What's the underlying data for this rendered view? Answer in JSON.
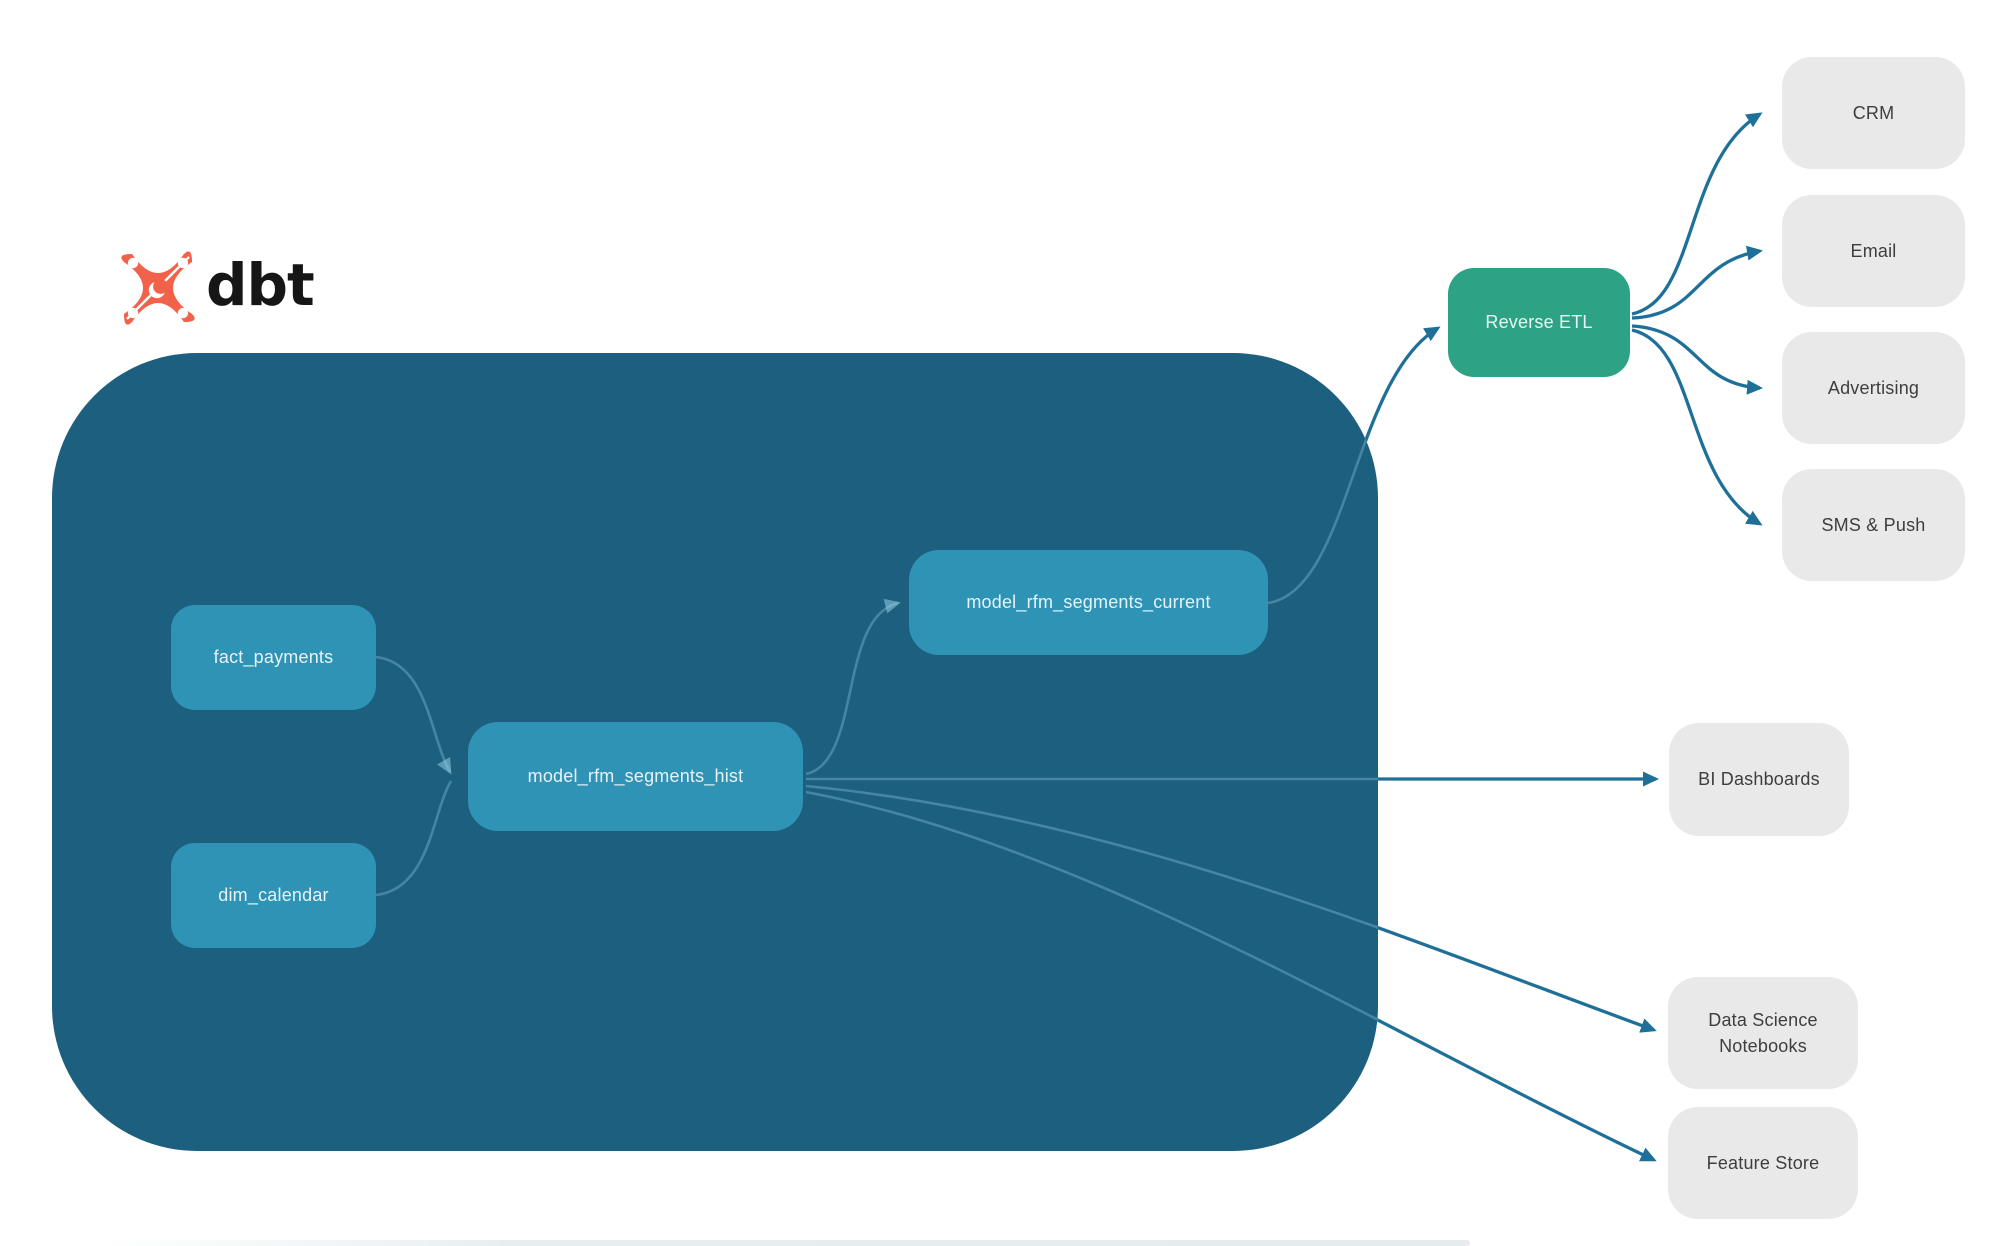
{
  "logo": {
    "brand": "dbt"
  },
  "colors": {
    "warehouse_container": "#1d5f7f",
    "model_node": "#2e93b5",
    "reverse_etl_accent": "#2da285",
    "destination_gray": "#e9e9e9",
    "arrow": "#1e7099",
    "logo_orange": "#f26149"
  },
  "diagram": {
    "dbt_project": {
      "nodes": {
        "fact_payments": {
          "label": "fact_payments"
        },
        "dim_calendar": {
          "label": "dim_calendar"
        },
        "model_rfm_segments_hist": {
          "label": "model_rfm_segments_hist"
        },
        "model_rfm_segments_current": {
          "label": "model_rfm_segments_current"
        }
      }
    },
    "activation": {
      "reverse_etl": {
        "label": "Reverse ETL"
      },
      "destinations": {
        "crm": {
          "label": "CRM"
        },
        "email": {
          "label": "Email"
        },
        "advertising": {
          "label": "Advertising"
        },
        "sms_push": {
          "label": "SMS & Push"
        }
      }
    },
    "outputs": {
      "bi_dashboards": {
        "label": "BI Dashboards"
      },
      "data_science_notebooks": {
        "label": "Data Science Notebooks"
      },
      "feature_store": {
        "label": "Feature Store"
      }
    },
    "edges": [
      {
        "from": "fact_payments",
        "to": "model_rfm_segments_hist"
      },
      {
        "from": "dim_calendar",
        "to": "model_rfm_segments_hist"
      },
      {
        "from": "model_rfm_segments_hist",
        "to": "model_rfm_segments_current"
      },
      {
        "from": "model_rfm_segments_hist",
        "to": "BI Dashboards"
      },
      {
        "from": "model_rfm_segments_hist",
        "to": "Data Science Notebooks"
      },
      {
        "from": "model_rfm_segments_hist",
        "to": "Feature Store"
      },
      {
        "from": "model_rfm_segments_current",
        "to": "Reverse ETL"
      },
      {
        "from": "Reverse ETL",
        "to": "CRM"
      },
      {
        "from": "Reverse ETL",
        "to": "Email"
      },
      {
        "from": "Reverse ETL",
        "to": "Advertising"
      },
      {
        "from": "Reverse ETL",
        "to": "SMS & Push"
      }
    ]
  }
}
